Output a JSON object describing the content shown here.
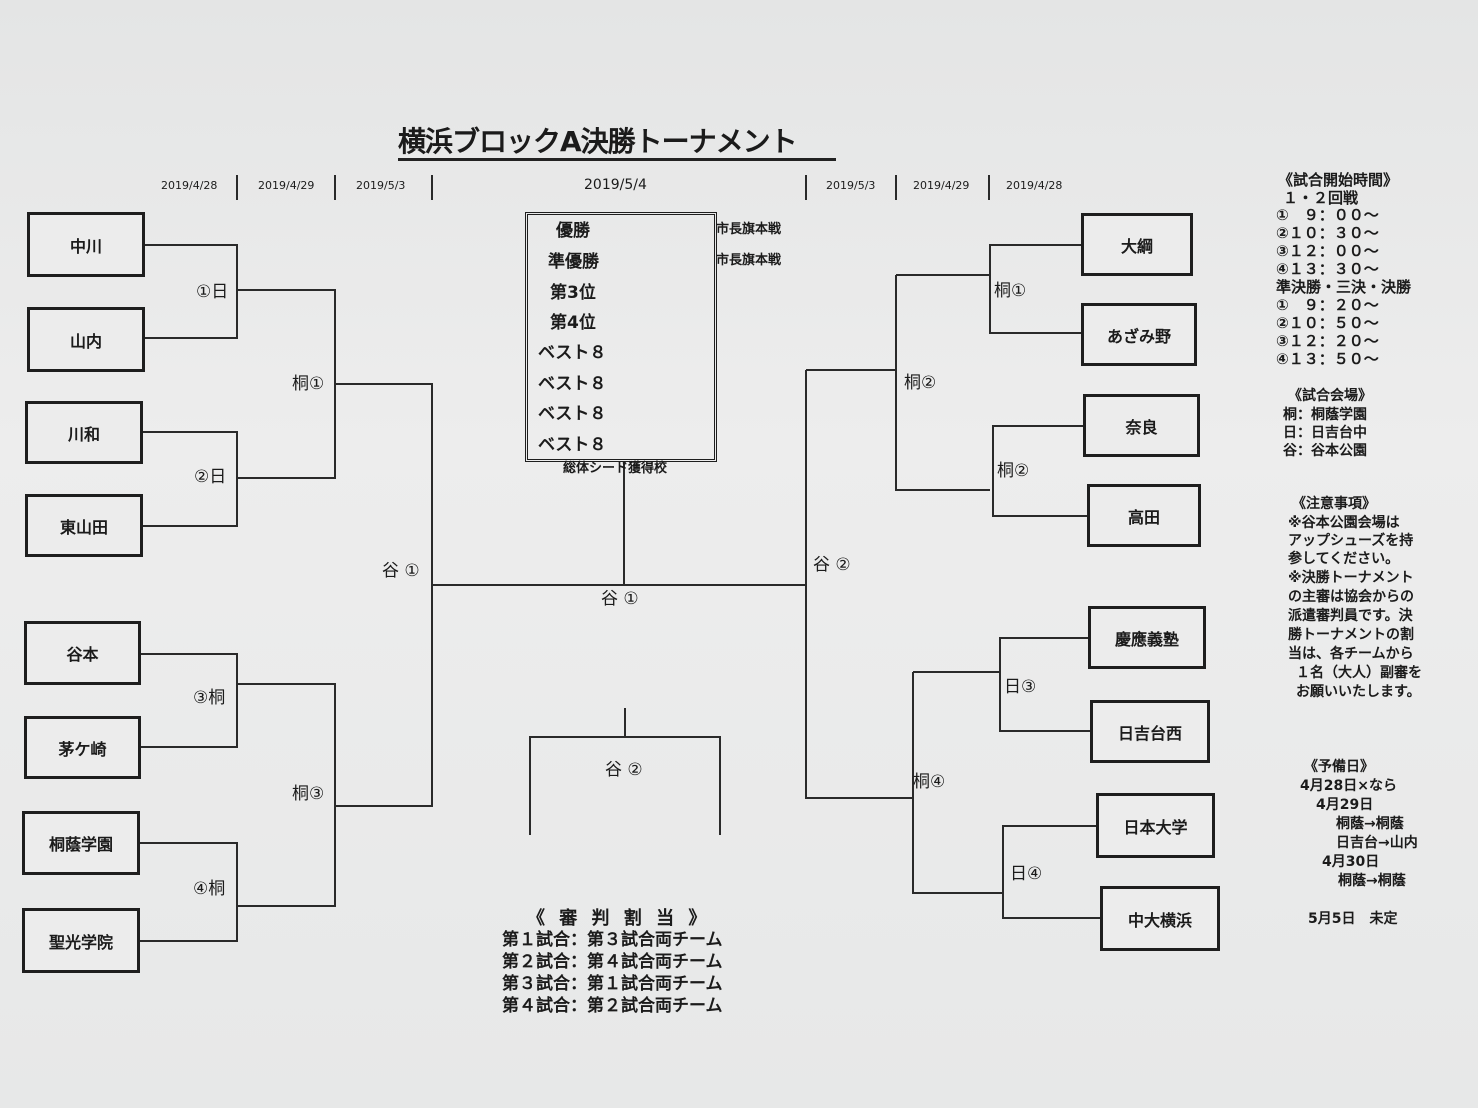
{
  "title": "横浜ブロックA決勝トーナメント",
  "dates": {
    "left": [
      "2019/4/28",
      "2019/4/29",
      "2019/5/3"
    ],
    "center": "2019/5/4",
    "right": [
      "2019/5/3",
      "2019/4/29",
      "2019/4/28"
    ]
  },
  "teams": {
    "left": [
      "中川",
      "山内",
      "川和",
      "東山田",
      "谷本",
      "茅ケ崎",
      "桐蔭学園",
      "聖光学院"
    ],
    "right": [
      "大綱",
      "あざみ野",
      "奈良",
      "高田",
      "慶應義塾",
      "日吉台西",
      "日本大学",
      "中大横浜"
    ]
  },
  "matches": {
    "left_r1": [
      "①日",
      "②日",
      "③桐",
      "④桐"
    ],
    "left_r2": [
      "桐①",
      "桐③"
    ],
    "left_r3": "谷 ①",
    "final": "谷 ①",
    "third": "谷 ②",
    "right_r3": "谷 ②",
    "right_r2": [
      "桐②",
      "桐④"
    ],
    "right_r1": [
      "桐①",
      "桐②",
      "日③",
      "日④"
    ]
  },
  "seeds": {
    "items": [
      "優勝",
      "準優勝",
      "第3位",
      "第4位",
      "ベスト８",
      "ベスト８",
      "ベスト８",
      "ベスト８"
    ],
    "notes": [
      "市長旗本戦",
      "市長旗本戦"
    ],
    "caption": "総体シード獲得校"
  },
  "referee": {
    "title": "《 審 判 割 当 》",
    "lines": [
      "第１試合：第３試合両チーム",
      "第２試合：第４試合両チーム",
      "第３試合：第１試合両チーム",
      "第４試合：第２試合両チーム"
    ]
  },
  "schedule": {
    "title": "《試合開始時間》",
    "lines": [
      "１・２回戦",
      "①　９：００～",
      "②１０：３０～",
      "③１２：００～",
      "④１３：３０～",
      "準決勝・三決・決勝",
      "①　９：２０～",
      "②１０：５０～",
      "③１２：２０～",
      "④１３：５０～"
    ]
  },
  "venue": {
    "title": "《試合会場》",
    "lines": [
      "桐：桐蔭学園",
      "日：日吉台中",
      "谷：谷本公園"
    ]
  },
  "notes": {
    "title": "《注意事項》",
    "lines": [
      "※谷本公園会場は",
      "アップシューズを持",
      "参してください。",
      "※決勝トーナメント",
      "の主審は協会からの",
      "派遣審判員です。決",
      "勝トーナメントの割",
      "当は、各チームから",
      "１名（大人）副審を",
      "お願いいたします。"
    ]
  },
  "reserve": {
    "title": "《予備日》",
    "lines": [
      "4月28日×なら",
      "4月29日",
      "桐蔭→桐蔭",
      "日吉台→山内",
      "4月30日",
      "桐蔭→桐蔭",
      "5月5日　未定"
    ]
  }
}
